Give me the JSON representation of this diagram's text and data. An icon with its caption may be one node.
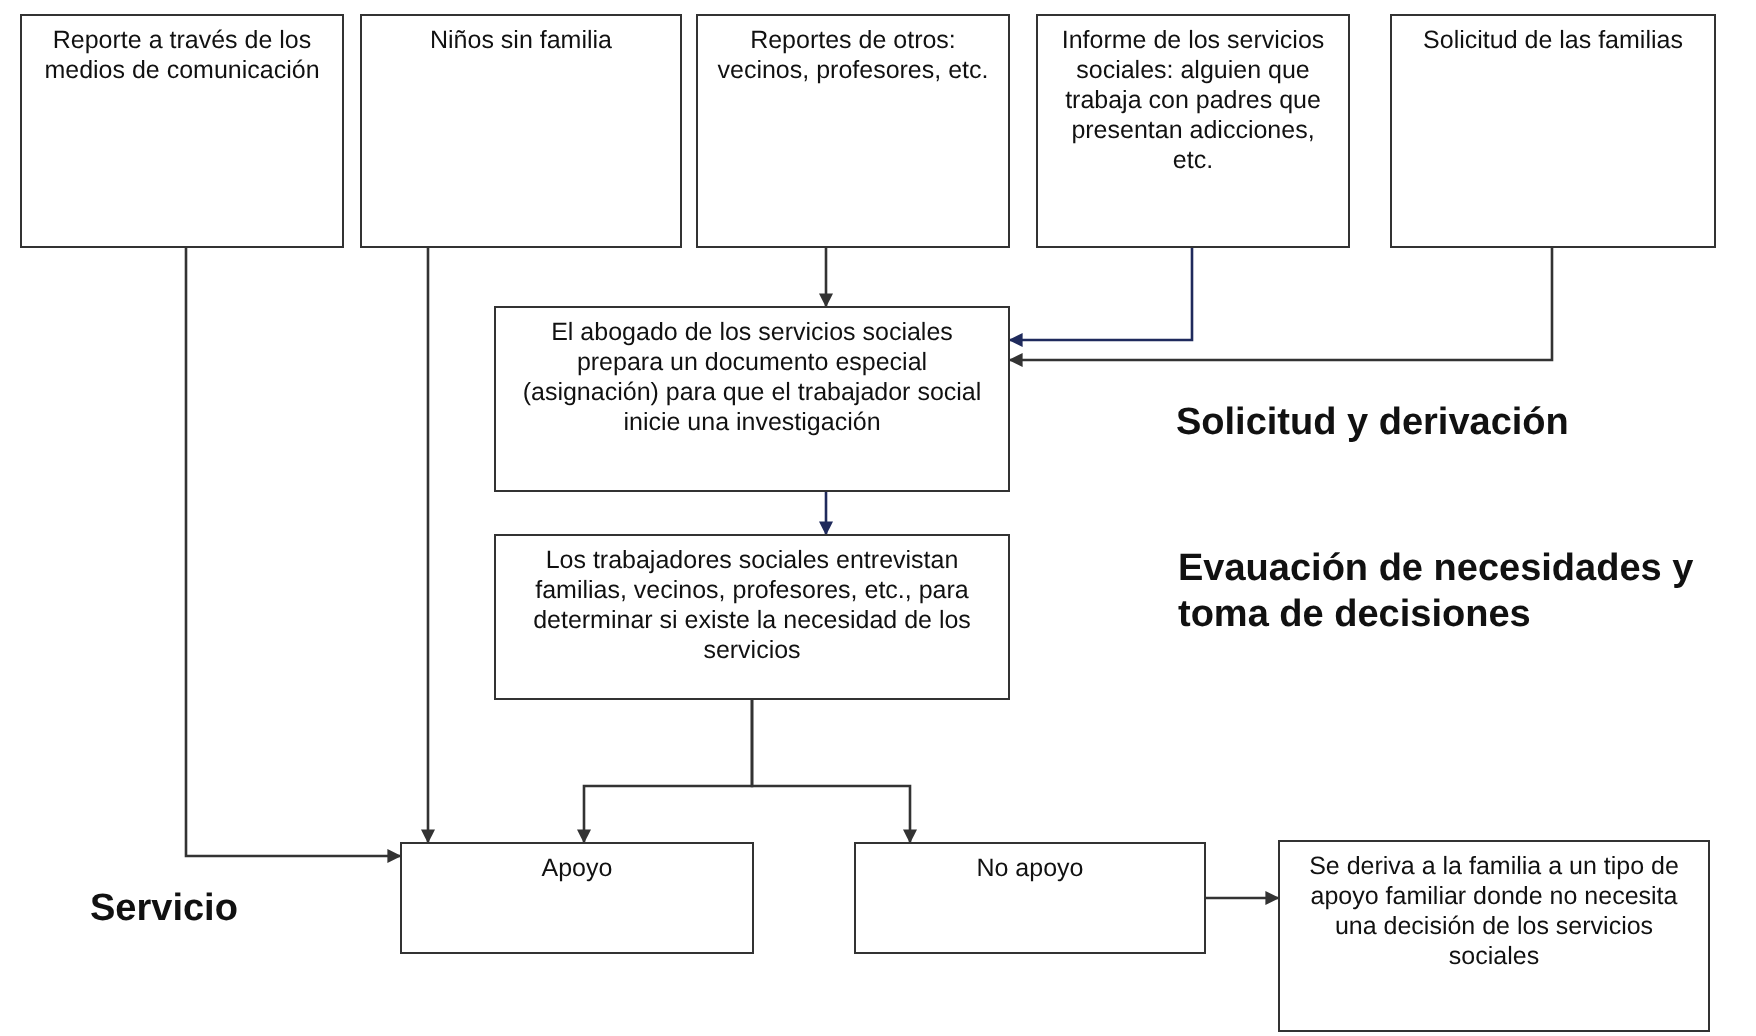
{
  "diagram": {
    "nodes": [
      {
        "text": [
          "Reporte a través de los medios de comunicación"
        ]
      },
      {
        "text": [
          "Niños sin familia"
        ]
      },
      {
        "text": [
          "Reportes de otros: vecinos, profesores, etc."
        ]
      },
      {
        "text": [
          "Informe de los servicios sociales: alguien que trabaja con padres que presentan adicciones, etc."
        ]
      },
      {
        "text": [
          "Solicitud de las familias"
        ]
      },
      {
        "text": [
          "El abogado de los servicios sociales prepara un documento especial (asignación) para que el trabajador social inicie una investigación"
        ]
      },
      {
        "text": [
          "Los trabajadores sociales entrevistan familias, vecinos, profesores, etc., para determinar si existe la necesidad de los servicios"
        ]
      },
      {
        "text": [
          "Apoyo"
        ]
      },
      {
        "text": [
          "No apoyo"
        ]
      },
      {
        "text": [
          "Se deriva a la familia a un tipo de apoyo familiar donde no necesita una decisión de los servicios sociales"
        ]
      }
    ],
    "edges": [
      {
        "from": 0,
        "to": 7,
        "arrow": "to"
      },
      {
        "from": 1,
        "to": 7,
        "arrow": "to"
      },
      {
        "from": 2,
        "to": 5,
        "arrow": "to"
      },
      {
        "from": 3,
        "to": 5,
        "arrow": "to",
        "color": "#1f2a5c"
      },
      {
        "from": 4,
        "to": 5,
        "arrow": "to"
      },
      {
        "from": 5,
        "to": 6,
        "arrow": "to",
        "color": "#1f2a5c"
      },
      {
        "from": 6,
        "to": 7,
        "arrow": "to"
      },
      {
        "from": 6,
        "to": 8,
        "arrow": "to"
      },
      {
        "from": 8,
        "to": 9,
        "arrow": "to"
      }
    ],
    "labels": [
      "Solicitud y derivación",
      "Evauación de necesidades y toma de decisiones",
      "Servicio"
    ]
  }
}
